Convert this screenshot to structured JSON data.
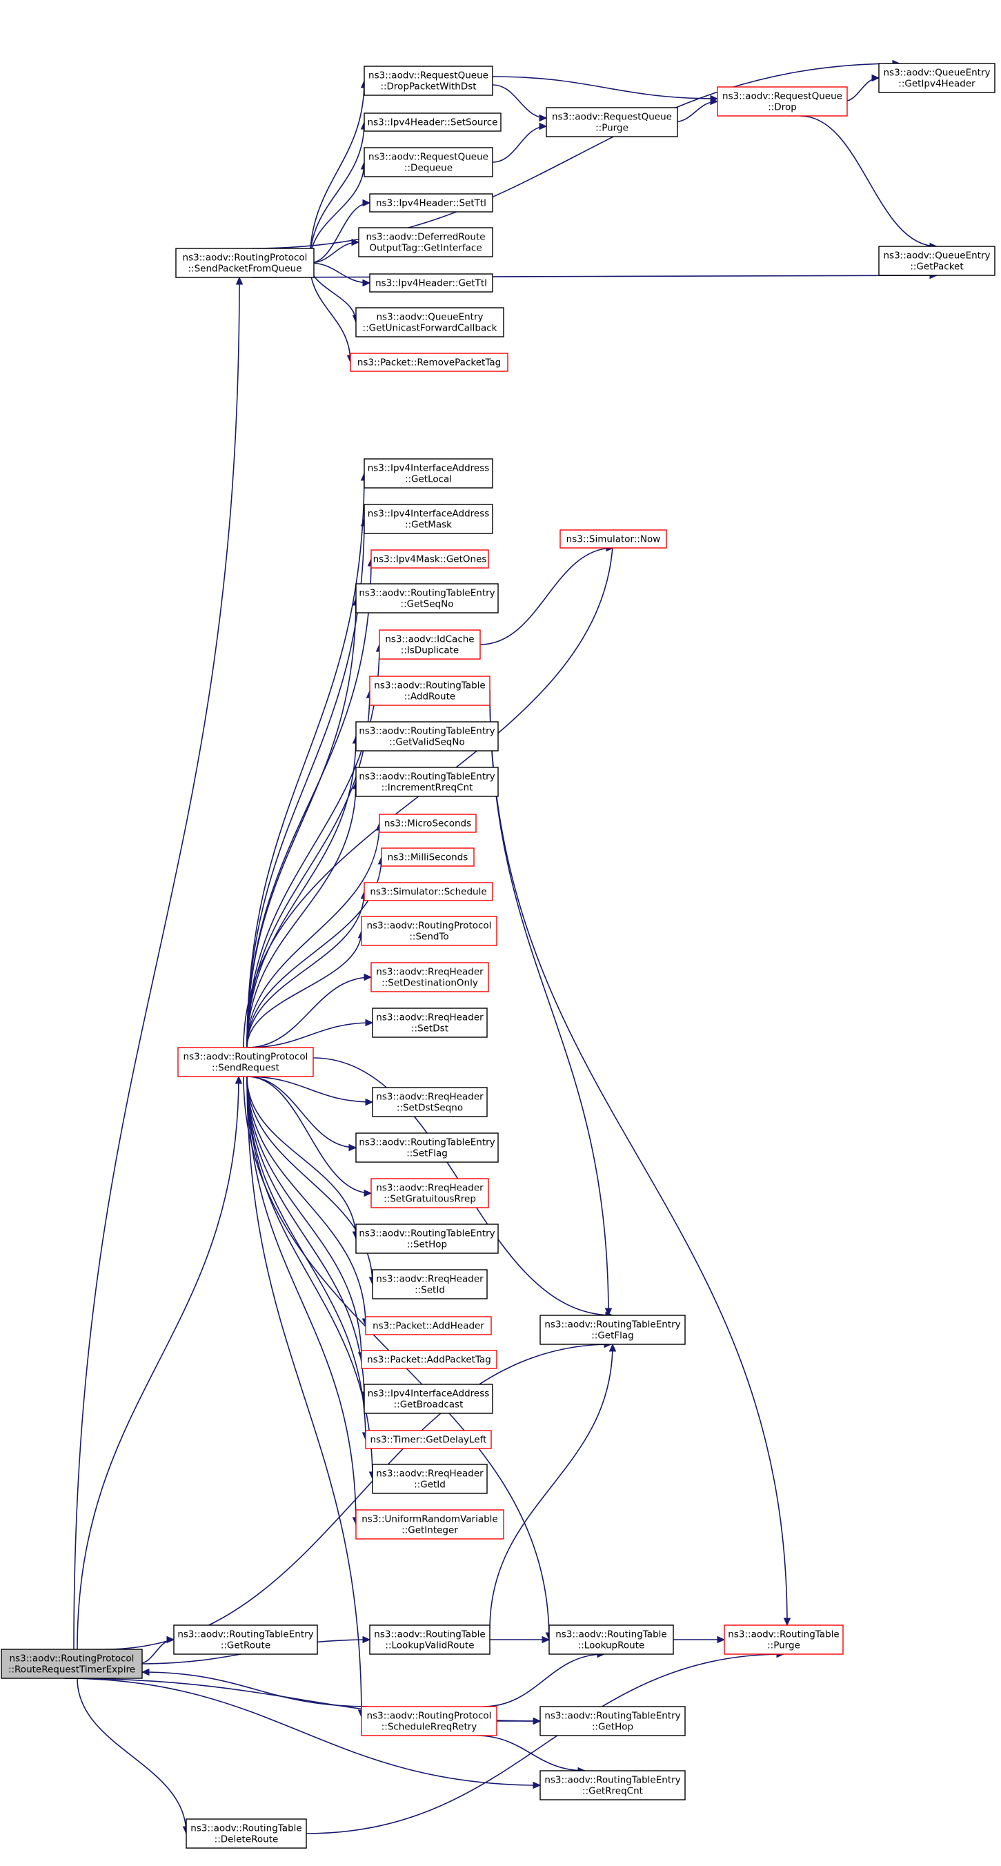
{
  "graph": {
    "colors": {
      "edge": "#191970",
      "box_border_default": "#000000",
      "box_border_highlight": "#ff0000",
      "box_fill_default": "#ffffff",
      "box_fill_root": "#bfbfbf"
    },
    "nodes": [
      {
        "id": "root",
        "lines": [
          "ns3::aodv::RoutingProtocol",
          "::RouteRequestTimerExpire"
        ],
        "style": "root"
      },
      {
        "id": "sendPacketFromQueue",
        "lines": [
          "ns3::aodv::RoutingProtocol",
          "::SendPacketFromQueue"
        ],
        "style": "black"
      },
      {
        "id": "dropPacketWithDst",
        "lines": [
          "ns3::aodv::RequestQueue",
          "::DropPacketWithDst"
        ],
        "style": "black"
      },
      {
        "id": "setSource",
        "lines": [
          "ns3::Ipv4Header::SetSource"
        ],
        "style": "black"
      },
      {
        "id": "dequeue",
        "lines": [
          "ns3::aodv::RequestQueue",
          "::Dequeue"
        ],
        "style": "black"
      },
      {
        "id": "setTtl",
        "lines": [
          "ns3::Ipv4Header::SetTtl"
        ],
        "style": "black"
      },
      {
        "id": "deferredRoute",
        "lines": [
          "ns3::aodv::DeferredRoute",
          "OutputTag::GetInterface"
        ],
        "style": "black"
      },
      {
        "id": "getTtl",
        "lines": [
          "ns3::Ipv4Header::GetTtl"
        ],
        "style": "black"
      },
      {
        "id": "getUnicastForwardCallback",
        "lines": [
          "ns3::aodv::QueueEntry",
          "::GetUnicastForwardCallback"
        ],
        "style": "black"
      },
      {
        "id": "removePacketTag",
        "lines": [
          "ns3::Packet::RemovePacketTag"
        ],
        "style": "red"
      },
      {
        "id": "rqPurge",
        "lines": [
          "ns3::aodv::RequestQueue",
          "::Purge"
        ],
        "style": "black"
      },
      {
        "id": "rqDrop",
        "lines": [
          "ns3::aodv::RequestQueue",
          "::Drop"
        ],
        "style": "red"
      },
      {
        "id": "getIpv4Header",
        "lines": [
          "ns3::aodv::QueueEntry",
          "::GetIpv4Header"
        ],
        "style": "black"
      },
      {
        "id": "getPacket",
        "lines": [
          "ns3::aodv::QueueEntry",
          "::GetPacket"
        ],
        "style": "black"
      },
      {
        "id": "getLocal",
        "lines": [
          "ns3::Ipv4InterfaceAddress",
          "::GetLocal"
        ],
        "style": "black"
      },
      {
        "id": "getMask",
        "lines": [
          "ns3::Ipv4InterfaceAddress",
          "::GetMask"
        ],
        "style": "black"
      },
      {
        "id": "getOnes",
        "lines": [
          "ns3::Ipv4Mask::GetOnes"
        ],
        "style": "red"
      },
      {
        "id": "getSeqNo",
        "lines": [
          "ns3::aodv::RoutingTableEntry",
          "::GetSeqNo"
        ],
        "style": "black"
      },
      {
        "id": "isDuplicate",
        "lines": [
          "ns3::aodv::IdCache",
          "::IsDuplicate"
        ],
        "style": "red"
      },
      {
        "id": "addRoute",
        "lines": [
          "ns3::aodv::RoutingTable",
          "::AddRoute"
        ],
        "style": "red"
      },
      {
        "id": "getValidSeqNo",
        "lines": [
          "ns3::aodv::RoutingTableEntry",
          "::GetValidSeqNo"
        ],
        "style": "black"
      },
      {
        "id": "incrementRreqCnt",
        "lines": [
          "ns3::aodv::RoutingTableEntry",
          "::IncrementRreqCnt"
        ],
        "style": "black"
      },
      {
        "id": "microSeconds",
        "lines": [
          "ns3::MicroSeconds"
        ],
        "style": "red"
      },
      {
        "id": "milliSeconds",
        "lines": [
          "ns3::MilliSeconds"
        ],
        "style": "red"
      },
      {
        "id": "schedule",
        "lines": [
          "ns3::Simulator::Schedule"
        ],
        "style": "red"
      },
      {
        "id": "sendTo",
        "lines": [
          "ns3::aodv::RoutingProtocol",
          "::SendTo"
        ],
        "style": "red"
      },
      {
        "id": "setDestinationOnly",
        "lines": [
          "ns3::aodv::RreqHeader",
          "::SetDestinationOnly"
        ],
        "style": "red"
      },
      {
        "id": "setDst",
        "lines": [
          "ns3::aodv::RreqHeader",
          "::SetDst"
        ],
        "style": "black"
      },
      {
        "id": "sendRequest",
        "lines": [
          "ns3::aodv::RoutingProtocol",
          "::SendRequest"
        ],
        "style": "red"
      },
      {
        "id": "setDstSeqno",
        "lines": [
          "ns3::aodv::RreqHeader",
          "::SetDstSeqno"
        ],
        "style": "black"
      },
      {
        "id": "setFlag",
        "lines": [
          "ns3::aodv::RoutingTableEntry",
          "::SetFlag"
        ],
        "style": "black"
      },
      {
        "id": "setGratuitousRrep",
        "lines": [
          "ns3::aodv::RreqHeader",
          "::SetGratuitousRrep"
        ],
        "style": "red"
      },
      {
        "id": "setHop",
        "lines": [
          "ns3::aodv::RoutingTableEntry",
          "::SetHop"
        ],
        "style": "black"
      },
      {
        "id": "setId",
        "lines": [
          "ns3::aodv::RreqHeader",
          "::SetId"
        ],
        "style": "black"
      },
      {
        "id": "addHeader",
        "lines": [
          "ns3::Packet::AddHeader"
        ],
        "style": "red"
      },
      {
        "id": "addPacketTag",
        "lines": [
          "ns3::Packet::AddPacketTag"
        ],
        "style": "red"
      },
      {
        "id": "getBroadcast",
        "lines": [
          "ns3::Ipv4InterfaceAddress",
          "::GetBroadcast"
        ],
        "style": "black"
      },
      {
        "id": "getDelayLeft",
        "lines": [
          "ns3::Timer::GetDelayLeft"
        ],
        "style": "red"
      },
      {
        "id": "getId",
        "lines": [
          "ns3::aodv::RreqHeader",
          "::GetId"
        ],
        "style": "black"
      },
      {
        "id": "getInteger",
        "lines": [
          "ns3::UniformRandomVariable",
          "::GetInteger"
        ],
        "style": "red"
      },
      {
        "id": "simNow",
        "lines": [
          "ns3::Simulator::Now"
        ],
        "style": "red"
      },
      {
        "id": "getFlag",
        "lines": [
          "ns3::aodv::RoutingTableEntry",
          "::GetFlag"
        ],
        "style": "black"
      },
      {
        "id": "getRoute",
        "lines": [
          "ns3::aodv::RoutingTableEntry",
          "::GetRoute"
        ],
        "style": "black"
      },
      {
        "id": "lookupValidRoute",
        "lines": [
          "ns3::aodv::RoutingTable",
          "::LookupValidRoute"
        ],
        "style": "black"
      },
      {
        "id": "lookupRoute",
        "lines": [
          "ns3::aodv::RoutingTable",
          "::LookupRoute"
        ],
        "style": "black"
      },
      {
        "id": "rtPurge",
        "lines": [
          "ns3::aodv::RoutingTable",
          "::Purge"
        ],
        "style": "red"
      },
      {
        "id": "scheduleRreqRetry",
        "lines": [
          "ns3::aodv::RoutingProtocol",
          "::ScheduleRreqRetry"
        ],
        "style": "red"
      },
      {
        "id": "getHop",
        "lines": [
          "ns3::aodv::RoutingTableEntry",
          "::GetHop"
        ],
        "style": "black"
      },
      {
        "id": "getRreqCnt",
        "lines": [
          "ns3::aodv::RoutingTableEntry",
          "::GetRreqCnt"
        ],
        "style": "black"
      },
      {
        "id": "deleteRoute",
        "lines": [
          "ns3::aodv::RoutingTable",
          "::DeleteRoute"
        ],
        "style": "black"
      }
    ],
    "edges": [
      [
        "root",
        "sendPacketFromQueue"
      ],
      [
        "root",
        "sendRequest"
      ],
      [
        "root",
        "getFlag"
      ],
      [
        "root",
        "getRoute"
      ],
      [
        "root",
        "lookupValidRoute"
      ],
      [
        "root",
        "getHop"
      ],
      [
        "root",
        "getRreqCnt"
      ],
      [
        "root",
        "deleteRoute"
      ],
      [
        "sendPacketFromQueue",
        "dropPacketWithDst"
      ],
      [
        "sendPacketFromQueue",
        "setSource"
      ],
      [
        "sendPacketFromQueue",
        "dequeue"
      ],
      [
        "sendPacketFromQueue",
        "setTtl"
      ],
      [
        "sendPacketFromQueue",
        "deferredRoute"
      ],
      [
        "sendPacketFromQueue",
        "getTtl"
      ],
      [
        "sendPacketFromQueue",
        "getUnicastForwardCallback"
      ],
      [
        "sendPacketFromQueue",
        "removePacketTag"
      ],
      [
        "sendPacketFromQueue",
        "getIpv4Header"
      ],
      [
        "sendPacketFromQueue",
        "getPacket"
      ],
      [
        "dropPacketWithDst",
        "rqPurge"
      ],
      [
        "dropPacketWithDst",
        "rqDrop"
      ],
      [
        "dequeue",
        "rqPurge"
      ],
      [
        "rqPurge",
        "rqDrop"
      ],
      [
        "rqDrop",
        "getIpv4Header"
      ],
      [
        "rqDrop",
        "getPacket"
      ],
      [
        "sendRequest",
        "getLocal"
      ],
      [
        "sendRequest",
        "getMask"
      ],
      [
        "sendRequest",
        "getOnes"
      ],
      [
        "sendRequest",
        "getSeqNo"
      ],
      [
        "sendRequest",
        "isDuplicate"
      ],
      [
        "sendRequest",
        "addRoute"
      ],
      [
        "sendRequest",
        "getValidSeqNo"
      ],
      [
        "sendRequest",
        "incrementRreqCnt"
      ],
      [
        "sendRequest",
        "microSeconds"
      ],
      [
        "sendRequest",
        "milliSeconds"
      ],
      [
        "sendRequest",
        "schedule"
      ],
      [
        "sendRequest",
        "sendTo"
      ],
      [
        "sendRequest",
        "setDestinationOnly"
      ],
      [
        "sendRequest",
        "setDst"
      ],
      [
        "sendRequest",
        "setDstSeqno"
      ],
      [
        "sendRequest",
        "setFlag"
      ],
      [
        "sendRequest",
        "setGratuitousRrep"
      ],
      [
        "sendRequest",
        "setHop"
      ],
      [
        "sendRequest",
        "setId"
      ],
      [
        "sendRequest",
        "addHeader"
      ],
      [
        "sendRequest",
        "addPacketTag"
      ],
      [
        "sendRequest",
        "getBroadcast"
      ],
      [
        "sendRequest",
        "getDelayLeft"
      ],
      [
        "sendRequest",
        "getId"
      ],
      [
        "sendRequest",
        "getInteger"
      ],
      [
        "sendRequest",
        "simNow"
      ],
      [
        "sendRequest",
        "getFlag"
      ],
      [
        "sendRequest",
        "lookupRoute"
      ],
      [
        "sendRequest",
        "scheduleRreqRetry"
      ],
      [
        "isDuplicate",
        "simNow"
      ],
      [
        "addRoute",
        "getFlag"
      ],
      [
        "addRoute",
        "rtPurge"
      ],
      [
        "lookupValidRoute",
        "lookupRoute"
      ],
      [
        "lookupValidRoute",
        "getFlag"
      ],
      [
        "lookupRoute",
        "rtPurge"
      ],
      [
        "scheduleRreqRetry",
        "root"
      ],
      [
        "scheduleRreqRetry",
        "lookupRoute"
      ],
      [
        "scheduleRreqRetry",
        "getHop"
      ],
      [
        "scheduleRreqRetry",
        "getRreqCnt"
      ],
      [
        "deleteRoute",
        "rtPurge"
      ]
    ]
  }
}
